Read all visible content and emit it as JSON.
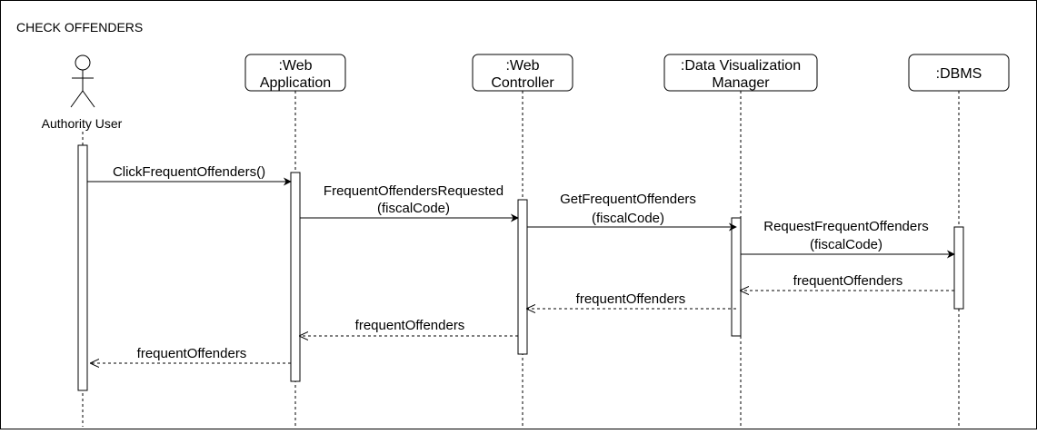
{
  "diagram": {
    "title": "CHECK OFFENDERS",
    "actor": {
      "label": "Authority User"
    },
    "participants": [
      {
        "id": "webapp",
        "line1": ":Web",
        "line2": "Application"
      },
      {
        "id": "webctrl",
        "line1": ":Web",
        "line2": "Controller"
      },
      {
        "id": "dvm",
        "line1": ":Data Visualization",
        "line2": "Manager"
      },
      {
        "id": "dbms",
        "line1": ":DBMS",
        "line2": ""
      }
    ],
    "messages": [
      {
        "from": "user",
        "to": "webapp",
        "kind": "sync",
        "line1": "ClickFrequentOffenders()",
        "line2": ""
      },
      {
        "from": "webapp",
        "to": "webctrl",
        "kind": "sync",
        "line1": "FrequentOffendersRequested",
        "line2": "(fiscalCode)"
      },
      {
        "from": "webctrl",
        "to": "dvm",
        "kind": "sync",
        "line1": "GetFrequentOffenders",
        "line2": "(fiscalCode)"
      },
      {
        "from": "dvm",
        "to": "dbms",
        "kind": "sync",
        "line1": "RequestFrequentOffenders",
        "line2": "(fiscalCode)"
      },
      {
        "from": "dbms",
        "to": "dvm",
        "kind": "return",
        "line1": "frequentOffenders",
        "line2": ""
      },
      {
        "from": "dvm",
        "to": "webctrl",
        "kind": "return",
        "line1": "frequentOffenders",
        "line2": ""
      },
      {
        "from": "webctrl",
        "to": "webapp",
        "kind": "return",
        "line1": "frequentOffenders",
        "line2": ""
      },
      {
        "from": "webapp",
        "to": "user",
        "kind": "return",
        "line1": "frequentOffenders",
        "line2": ""
      }
    ]
  }
}
